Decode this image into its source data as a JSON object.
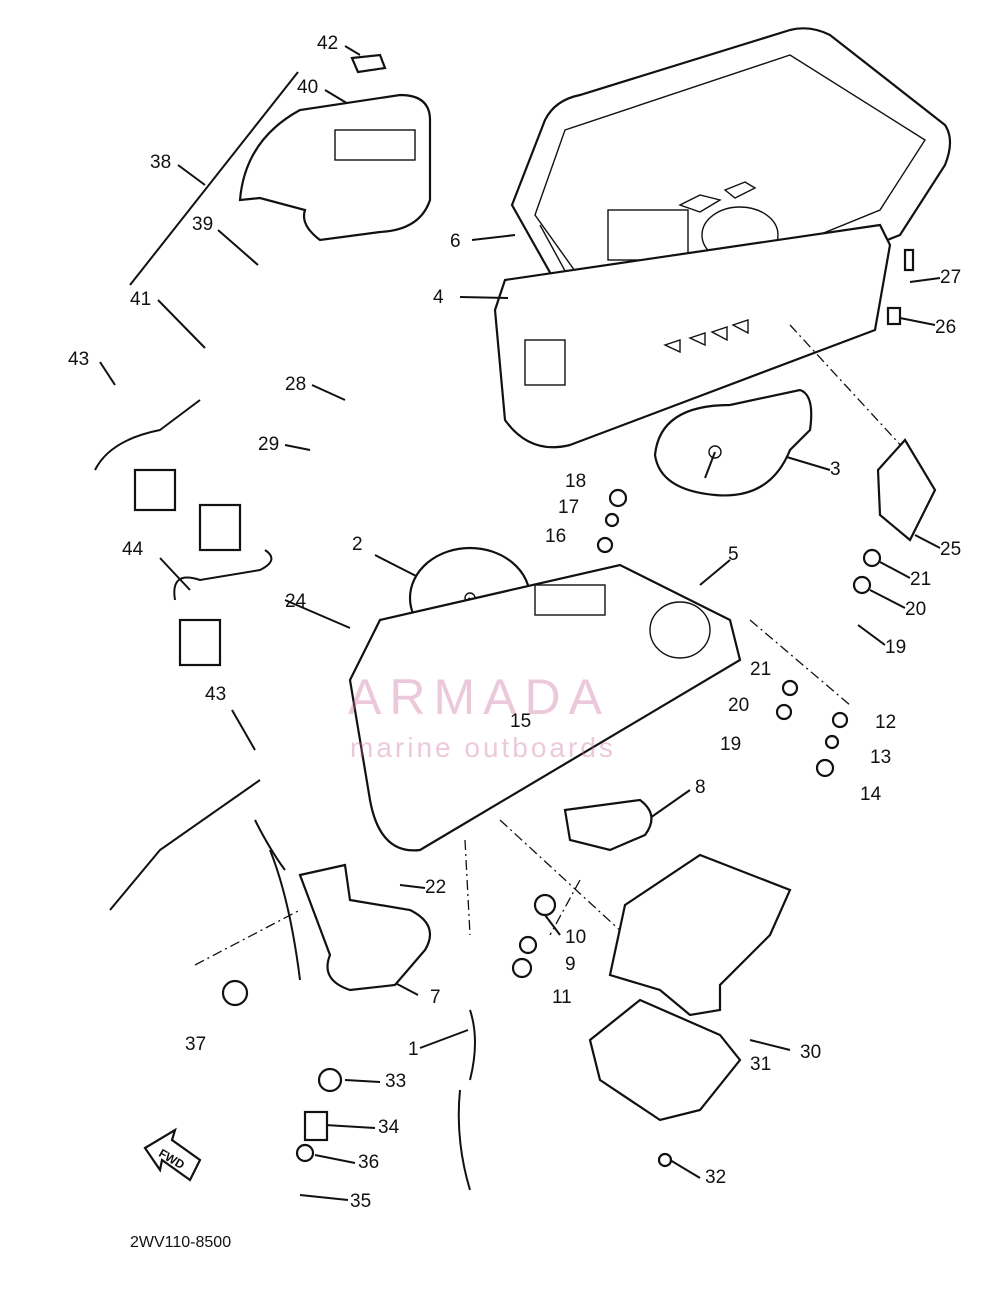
{
  "diagram": {
    "part_code": "2WV110-8500",
    "watermark": {
      "brand": "ARMADA",
      "sub": "marine outboards"
    },
    "fwd_label": "FWD",
    "callouts": [
      {
        "id": "c42",
        "label": "42"
      },
      {
        "id": "c40",
        "label": "40"
      },
      {
        "id": "c38",
        "label": "38"
      },
      {
        "id": "c39",
        "label": "39"
      },
      {
        "id": "c41",
        "label": "41"
      },
      {
        "id": "c43a",
        "label": "43"
      },
      {
        "id": "c28",
        "label": "28"
      },
      {
        "id": "c29",
        "label": "29"
      },
      {
        "id": "c6",
        "label": "6"
      },
      {
        "id": "c4",
        "label": "4"
      },
      {
        "id": "c27",
        "label": "27"
      },
      {
        "id": "c26",
        "label": "26"
      },
      {
        "id": "c3",
        "label": "3"
      },
      {
        "id": "c18",
        "label": "18"
      },
      {
        "id": "c17",
        "label": "17"
      },
      {
        "id": "c16",
        "label": "16"
      },
      {
        "id": "c25",
        "label": "25"
      },
      {
        "id": "c21a",
        "label": "21"
      },
      {
        "id": "c20a",
        "label": "20"
      },
      {
        "id": "c19a",
        "label": "19"
      },
      {
        "id": "c2",
        "label": "2"
      },
      {
        "id": "c5",
        "label": "5"
      },
      {
        "id": "c44",
        "label": "44"
      },
      {
        "id": "c24",
        "label": "24"
      },
      {
        "id": "c43b",
        "label": "43"
      },
      {
        "id": "c15",
        "label": "15"
      },
      {
        "id": "c21b",
        "label": "21"
      },
      {
        "id": "c20b",
        "label": "20"
      },
      {
        "id": "c12",
        "label": "12"
      },
      {
        "id": "c19b",
        "label": "19"
      },
      {
        "id": "c13",
        "label": "13"
      },
      {
        "id": "c14",
        "label": "14"
      },
      {
        "id": "c8",
        "label": "8"
      },
      {
        "id": "c22",
        "label": "22"
      },
      {
        "id": "c10",
        "label": "10"
      },
      {
        "id": "c9",
        "label": "9"
      },
      {
        "id": "c11",
        "label": "11"
      },
      {
        "id": "c7",
        "label": "7"
      },
      {
        "id": "c37",
        "label": "37"
      },
      {
        "id": "c1",
        "label": "1"
      },
      {
        "id": "c30",
        "label": "30"
      },
      {
        "id": "c31",
        "label": "31"
      },
      {
        "id": "c33",
        "label": "33"
      },
      {
        "id": "c34",
        "label": "34"
      },
      {
        "id": "c36",
        "label": "36"
      },
      {
        "id": "c35",
        "label": "35"
      },
      {
        "id": "c32",
        "label": "32"
      }
    ]
  }
}
